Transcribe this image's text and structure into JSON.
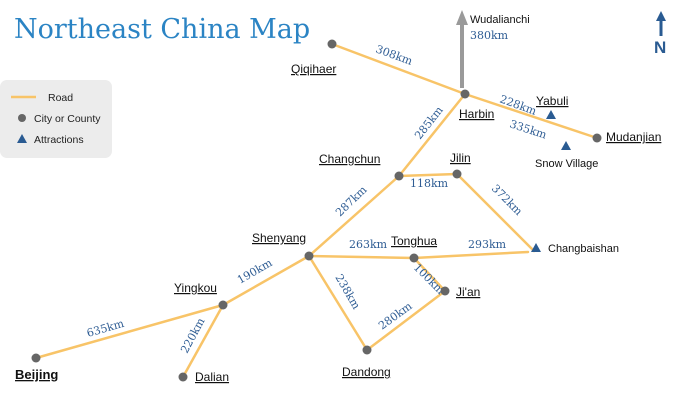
{
  "map": {
    "title": "Northeast China Map",
    "north_label": "N",
    "colors": {
      "title": "#2b84c4",
      "road": "#f8c468",
      "city_dot": "#666666",
      "attraction": "#2a5b92",
      "distance_text": "#2f5d94",
      "arrow": "#9a9a9a",
      "legend_bg": "#ececec"
    },
    "legend": {
      "road": "Road",
      "city": "City or County",
      "attraction": "Attractions"
    },
    "cities": {
      "qiqihaer": "Qiqihaer",
      "harbin": "Harbin",
      "mudanjian": "Mudanjian",
      "changchun": "Changchun",
      "jilin": "Jilin",
      "shenyang": "Shenyang",
      "tonghua": "Tonghua",
      "jian": "Ji'an",
      "yingkou": "Yingkou",
      "dalian": "Dalian",
      "dandong": "Dandong",
      "beijing": "Beijing"
    },
    "attractions": {
      "yabuli": "Yabuli",
      "snow_village": "Snow Village",
      "changbaishan": "Changbaishan"
    },
    "wudalianchi": {
      "name": "Wudalianchi",
      "distance": "380km"
    },
    "distances": {
      "qiqihaer_harbin": "308km",
      "harbin_yabuli": "228km",
      "harbin_mudanjian": "335km",
      "harbin_changchun": "285km",
      "changchun_jilin": "118km",
      "jilin_changbaishan": "372km",
      "changchun_shenyang": "287km",
      "shenyang_tonghua": "263km",
      "tonghua_changbaishan": "293km",
      "tonghua_jian": "100km",
      "shenyang_dandong": "238km",
      "jian_dandong": "280km",
      "shenyang_yingkou": "190km",
      "yingkou_dalian": "220km",
      "yingkou_beijing": "635km"
    }
  }
}
